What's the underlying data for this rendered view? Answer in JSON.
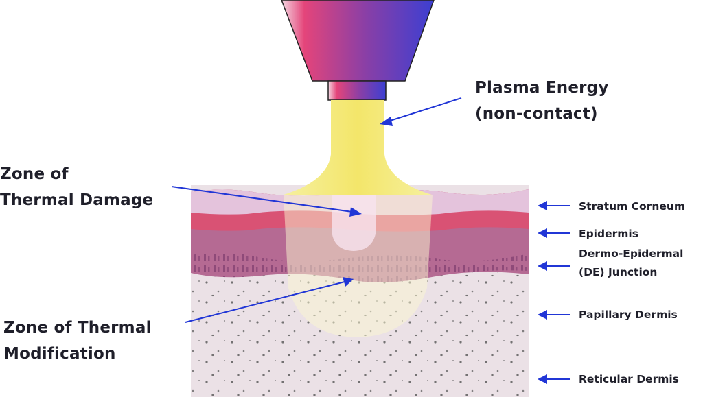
{
  "title_labels": {
    "plasma_energy": [
      "Plasma Energy",
      "(non-contact)"
    ],
    "thermal_damage": [
      "Zone of",
      "Thermal Damage"
    ],
    "thermal_modification": [
      "Zone of Thermal",
      "Modification"
    ]
  },
  "layers": [
    {
      "label": "Stratum Corneum"
    },
    {
      "label": "Epidermis"
    },
    {
      "label": "Dermo-Epidermal",
      "label2": "(DE) Junction"
    },
    {
      "label": "Papillary Dermis"
    },
    {
      "label": "Reticular Dermis"
    }
  ],
  "colors": {
    "arrow": "#2136d6",
    "beam": "#f5ee86",
    "stratum": "#e4c3dc",
    "epidermis_top": "#d95274",
    "epidermis": "#b56a93",
    "dermis": "#ebe1e6",
    "device_pink": "#e4457a",
    "device_blue": "#3c3fd2"
  }
}
